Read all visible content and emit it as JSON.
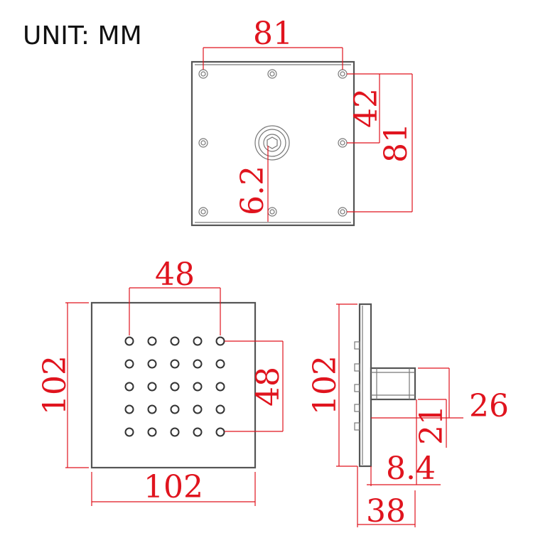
{
  "unit_label": "UNIT: MM",
  "colors": {
    "dimension": "#e0141e",
    "outline": "#555555",
    "background": "#ffffff"
  },
  "back_view": {
    "width_label": "81",
    "height_label": "81",
    "screw_spacing_label": "42",
    "inlet_label": "6.2"
  },
  "front_view": {
    "nozzle_grid": {
      "rows": 5,
      "columns": 5
    },
    "grid_width_label": "48",
    "grid_height_label": "48",
    "width_label": "102",
    "height_label": "102"
  },
  "side_view": {
    "height_label": "102",
    "connector_diameter_label": "26",
    "connector_inner_label": "21",
    "plate_depth_label": "8.4",
    "total_depth_label": "38"
  }
}
